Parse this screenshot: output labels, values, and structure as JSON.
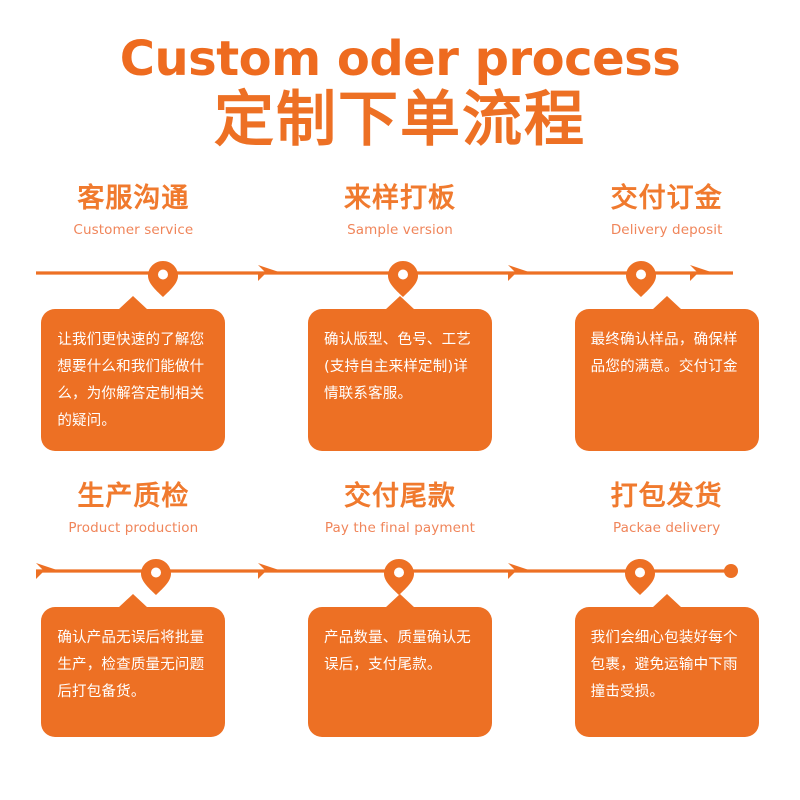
{
  "title": {
    "english": "Custom oder process",
    "chinese": "定制下单流程"
  },
  "colors": {
    "accent_orange": "#ED7024",
    "title_orange": "#EE6B1F",
    "header_orange": "#F07A2E",
    "subtitle_orange": "#F0855A",
    "card_bg": "#ED7024",
    "card_text": "#FFFFFF",
    "page_bg": "#FFFFFF"
  },
  "rows": [
    {
      "row_index": 1,
      "timeline": {
        "start_marker": "line",
        "end_marker": "arrow",
        "markers": [
          "map-pin",
          "map-pin",
          "map-pin"
        ],
        "arrowheads": 3
      },
      "steps": [
        {
          "chinese": "客服沟通",
          "english": "Customer service",
          "body": "让我们更快速的了解您想要什么和我们能做什么，为你解答定制相关的疑问。"
        },
        {
          "chinese": "来样打板",
          "english": "Sample version",
          "body": "确认版型、色号、工艺(支持自主来样定制)详情联系客服。"
        },
        {
          "chinese": "交付订金",
          "english": "Delivery deposit",
          "body": "最终确认样品，确保样品您的满意。交付订金"
        }
      ]
    },
    {
      "row_index": 2,
      "timeline": {
        "start_marker": "arrow",
        "end_marker": "dot",
        "markers": [
          "map-pin",
          "map-pin",
          "map-pin"
        ],
        "arrowheads": 3
      },
      "steps": [
        {
          "chinese": "生产质检",
          "english": "Product production",
          "body": "确认产品无误后将批量生产，检查质量无问题后打包备货。"
        },
        {
          "chinese": "交付尾款",
          "english": "Pay the final payment",
          "body": "产品数量、质量确认无误后，支付尾款。"
        },
        {
          "chinese": "打包发货",
          "english": "Packae delivery",
          "body": "我们会细心包装好每个包裹，避免运输中下雨撞击受损。"
        }
      ]
    }
  ]
}
